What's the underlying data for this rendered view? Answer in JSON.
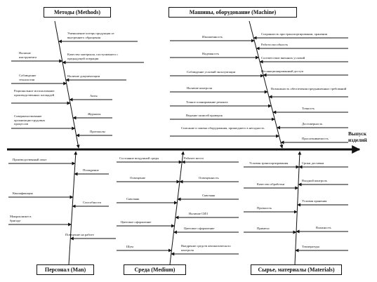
{
  "categories": {
    "methods": {
      "title": "Методы (Methods)"
    },
    "machine": {
      "title": "Машины, оборудование (Machine)"
    },
    "man": {
      "title": "Персонал (Man)"
    },
    "medium": {
      "title": "Среда (Medium)"
    },
    "materials": {
      "title": "Сырье, материалы (Materials)"
    }
  },
  "output": {
    "label": "Выпуск изделий"
  },
  "causes": {
    "methods": [
      "Уменьшение потерь продукции от внутреннего обращения",
      "Наличие инструмента",
      "Качество материала, поступившего с предыдущей операции",
      "Соблюдение технологии",
      "Наличие документации",
      "Рациональное использование производственных площадей",
      "Акты",
      "Журналы",
      "Совершенствование организации трудовых процессов",
      "Протоколы"
    ],
    "machine": [
      "Изношенность",
      "Сохранность при транспортировании, хранении",
      "Работоспособность",
      "Надежность",
      "Соответствие внешних условий",
      "Соблюдение условий эксплуатации",
      "Несанкционированный доступ",
      "Наличие контроля",
      "Возможность обеспечения предъявленных требований",
      "Точное планирование ремонта",
      "Точность",
      "Ведение записей проверок",
      "Достоверность",
      "Списание и замена оборудования, пришедшего в негодность",
      "Прослеживаемость"
    ],
    "man": [
      "Производственный опыт",
      "Поощрение",
      "Квалификация",
      "Способности",
      "Микроклимат в бригаде",
      "Поведение на работе"
    ],
    "medium": [
      "Состояние воздушной среды",
      "Рабочее место",
      "Освещение",
      "Освещенность",
      "Сквозняк",
      "Сквозняк",
      "Наличие СИЗ",
      "Цветовое оформление",
      "Цветовое оформление",
      "Шум",
      "Внедрение средств автоматического контроля"
    ],
    "materials": [
      "Условия транспортирования",
      "Сроки доставки",
      "Входной контроль",
      "Качество обработки",
      "Условия хранения",
      "Прочность",
      "Влажность",
      "Примеси",
      "Температура"
    ]
  }
}
